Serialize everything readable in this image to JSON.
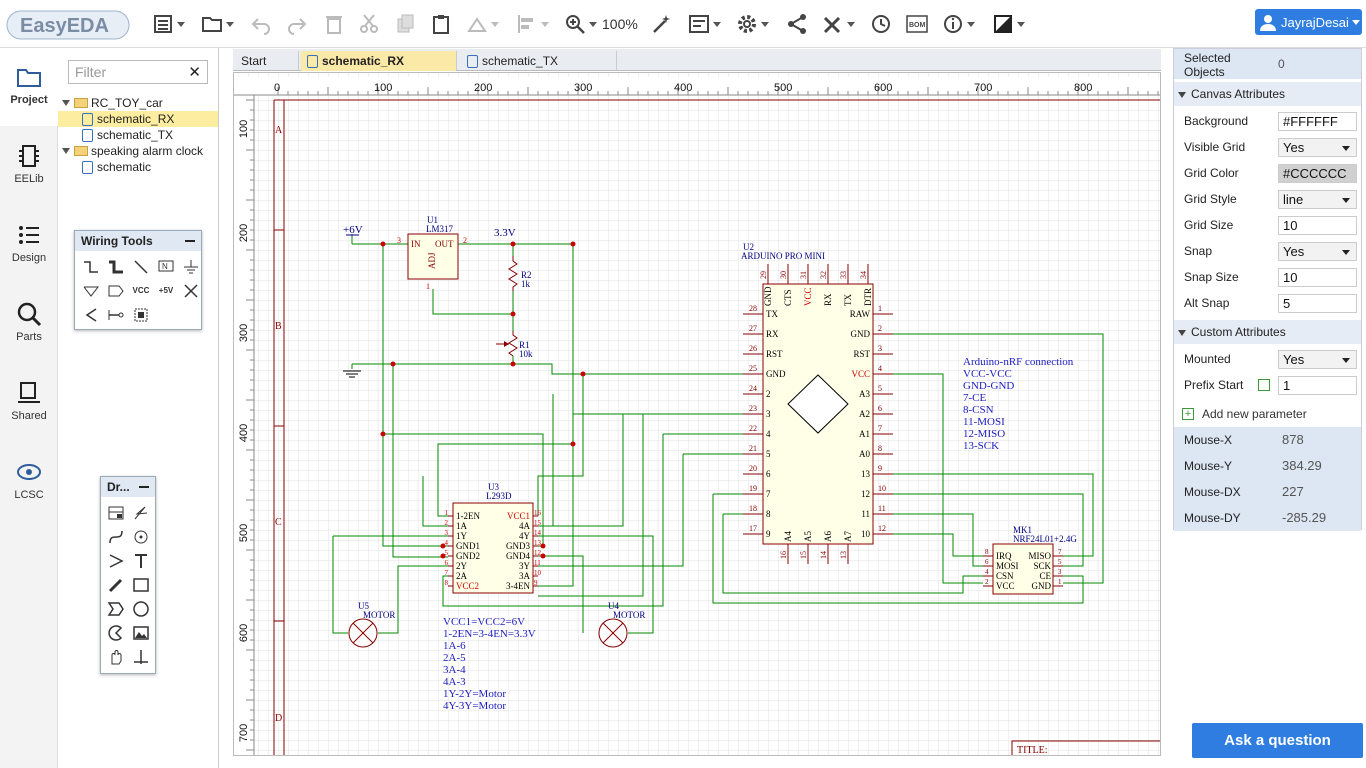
{
  "app": {
    "logo_text": "EasyEDA",
    "zoom": "100%",
    "user": "JayrajDesai"
  },
  "toolbar": {
    "icons": [
      "menu-icon",
      "open-folder-icon",
      "undo-icon",
      "redo-icon",
      "delete-icon",
      "cut-icon",
      "copy-icon",
      "paste-icon",
      "rotate-icon",
      "align-icon",
      "zoom-in-icon",
      "wand-icon",
      "design-manager-icon",
      "settings-icon",
      "share-icon",
      "tools-icon",
      "history-icon",
      "bom-icon",
      "help-icon",
      "theme-icon"
    ],
    "bom_label": "BOM"
  },
  "leftnav": {
    "items": [
      {
        "label": "Project"
      },
      {
        "label": "EELib"
      },
      {
        "label": "Design"
      },
      {
        "label": "Parts"
      },
      {
        "label": "Shared"
      },
      {
        "label": "LCSC"
      }
    ]
  },
  "filetree": {
    "filter_placeholder": "Filter",
    "projects": [
      {
        "name": "RC_TOY_car",
        "children": [
          "schematic_RX",
          "schematic_TX"
        ]
      },
      {
        "name": "speaking alarm clock",
        "children": [
          "schematic"
        ]
      }
    ]
  },
  "wiring_tools": {
    "title": "Wiring Tools",
    "vcc_label": "VCC",
    "plus5_label": "+5V"
  },
  "drawing_tools": {
    "title": "Dr..."
  },
  "tabs": [
    {
      "label": "Start"
    },
    {
      "label": "schematic_RX"
    },
    {
      "label": "schematic_TX"
    }
  ],
  "ruler": {
    "x": [
      "0",
      "100",
      "200",
      "300",
      "400",
      "500",
      "600",
      "700",
      "800"
    ],
    "y": [
      "100",
      "200",
      "300",
      "400",
      "500",
      "600",
      "700"
    ],
    "zones": [
      "A",
      "B",
      "C",
      "D"
    ]
  },
  "schematic": {
    "plus6": "+6V",
    "v33": "3.3V",
    "u1": {
      "ref": "U1",
      "value": "LM317",
      "in": "IN",
      "out": "OUT",
      "adj": "ADJ",
      "p3": "3",
      "p2": "2",
      "p1": "1"
    },
    "r2": {
      "ref": "R2",
      "value": "1k"
    },
    "r1": {
      "ref": "R1",
      "value": "10k"
    },
    "u2": {
      "ref": "U2",
      "value": "ARDUINO PRO MINI",
      "left_pins": [
        [
          "28",
          "TX"
        ],
        [
          "27",
          "RX"
        ],
        [
          "26",
          "RST"
        ],
        [
          "25",
          "GND"
        ],
        [
          "24",
          "2"
        ],
        [
          "23",
          "3"
        ],
        [
          "22",
          "4"
        ],
        [
          "21",
          "5"
        ],
        [
          "20",
          "6"
        ],
        [
          "19",
          "7"
        ],
        [
          "18",
          "8"
        ],
        [
          "17",
          "9"
        ]
      ],
      "right_pins": [
        [
          "1",
          "RAW"
        ],
        [
          "2",
          "GND"
        ],
        [
          "3",
          "RST"
        ],
        [
          "4",
          "VCC"
        ],
        [
          "5",
          "A3"
        ],
        [
          "6",
          "A2"
        ],
        [
          "7",
          "A1"
        ],
        [
          "8",
          "A0"
        ],
        [
          "9",
          "13"
        ],
        [
          "10",
          "12"
        ],
        [
          "11",
          "11"
        ],
        [
          "12",
          "10"
        ]
      ],
      "top_pins": [
        [
          "29",
          "GND"
        ],
        [
          "30",
          "CTS"
        ],
        [
          "31",
          "VCC"
        ],
        [
          "32",
          "RX"
        ],
        [
          "33",
          "TX"
        ],
        [
          "34",
          "DTR"
        ]
      ],
      "bottom_pins": [
        [
          "16",
          "A4"
        ],
        [
          "15",
          "A5"
        ],
        [
          "14",
          "A6"
        ],
        [
          "13",
          "A7"
        ]
      ]
    },
    "u3": {
      "ref": "U3",
      "value": "L293D",
      "left": [
        [
          "1",
          "1-2EN"
        ],
        [
          "2",
          "1A"
        ],
        [
          "3",
          "1Y"
        ],
        [
          "4",
          "GND1"
        ],
        [
          "5",
          "GND2"
        ],
        [
          "6",
          "2Y"
        ],
        [
          "7",
          "2A"
        ],
        [
          "8",
          "VCC2"
        ]
      ],
      "right": [
        [
          "16",
          "VCC1"
        ],
        [
          "15",
          "4A"
        ],
        [
          "14",
          "4Y"
        ],
        [
          "13",
          "GND3"
        ],
        [
          "12",
          "GND4"
        ],
        [
          "11",
          "3Y"
        ],
        [
          "10",
          "3A"
        ],
        [
          "9",
          "3-4EN"
        ]
      ]
    },
    "u5": {
      "ref": "U5",
      "value": "MOTOR"
    },
    "u4": {
      "ref": "U4",
      "value": "MOTOR"
    },
    "mk1": {
      "ref": "MK1",
      "value": "NRF24L01+2.4G",
      "left": [
        [
          "8",
          "IRQ"
        ],
        [
          "6",
          "MOSI"
        ],
        [
          "4",
          "CSN"
        ],
        [
          "2",
          "VCC"
        ]
      ],
      "right": [
        [
          "7",
          "MISO"
        ],
        [
          "5",
          "SCK"
        ],
        [
          "3",
          "CE"
        ],
        [
          "1",
          "GND"
        ]
      ]
    },
    "notes_nrf": [
      "Arduino-nRF connection",
      "VCC-VCC",
      "GND-GND",
      "7-CE",
      "8-CSN",
      "11-MOSI",
      "12-MISO",
      "13-SCK"
    ],
    "notes_l293": [
      "VCC1=VCC2=6V",
      "1-2EN=3-4EN=3.3V",
      "1A-6",
      "2A-5",
      "3A-4",
      "4A-3",
      "1Y-2Y=Motor",
      "4Y-3Y=Motor"
    ],
    "title_label": "TITLE:"
  },
  "properties": {
    "selected_label": "Selected Objects",
    "selected_value": "0",
    "canvas_section": "Canvas Attributes",
    "canvas": [
      {
        "key": "Background",
        "value": "#FFFFFF",
        "type": "text"
      },
      {
        "key": "Visible Grid",
        "value": "Yes",
        "type": "select"
      },
      {
        "key": "Grid Color",
        "value": "#CCCCCC",
        "type": "color"
      },
      {
        "key": "Grid Style",
        "value": "line",
        "type": "select"
      },
      {
        "key": "Grid Size",
        "value": "10",
        "type": "text"
      },
      {
        "key": "Snap",
        "value": "Yes",
        "type": "select"
      },
      {
        "key": "Snap Size",
        "value": "10",
        "type": "text"
      },
      {
        "key": "Alt Snap",
        "value": "5",
        "type": "text"
      }
    ],
    "custom_section": "Custom Attributes",
    "custom": [
      {
        "key": "Mounted",
        "value": "Yes",
        "type": "select"
      },
      {
        "key": "Prefix Start",
        "value": "1",
        "type": "text"
      }
    ],
    "add_param": "Add new parameter",
    "mouse": [
      {
        "key": "Mouse-X",
        "value": "878"
      },
      {
        "key": "Mouse-Y",
        "value": "384.29"
      },
      {
        "key": "Mouse-DX",
        "value": "227"
      },
      {
        "key": "Mouse-DY",
        "value": "-285.29"
      }
    ]
  },
  "ask_button": "Ask a question",
  "colors": {
    "accent": "#2f7de1",
    "wire": "#008800",
    "component": "#880000",
    "text": "#000080",
    "pin_red": "#cc0000"
  }
}
